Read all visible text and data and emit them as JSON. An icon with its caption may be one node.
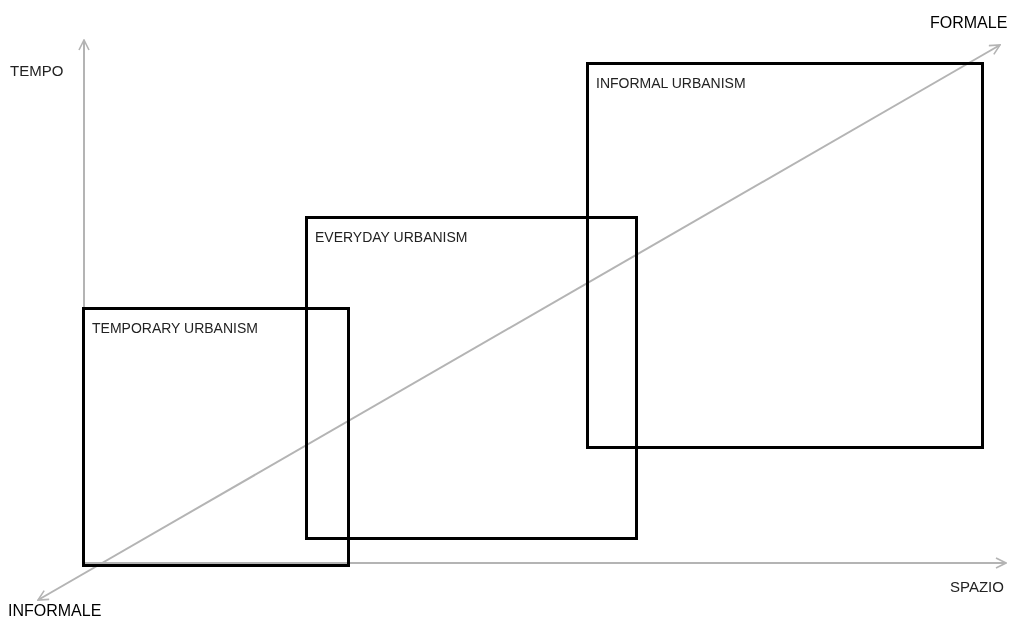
{
  "diagram": {
    "nodes": [
      {
        "text": [
          "INFORMAL URBANISM"
        ]
      },
      {
        "text": [
          "EVERYDAY URBANISM"
        ]
      },
      {
        "text": [
          "TEMPORARY URBANISM"
        ]
      }
    ],
    "labels": [
      "FORMALE",
      "TEMPO",
      "SPAZIO",
      "INFORMALE"
    ]
  }
}
